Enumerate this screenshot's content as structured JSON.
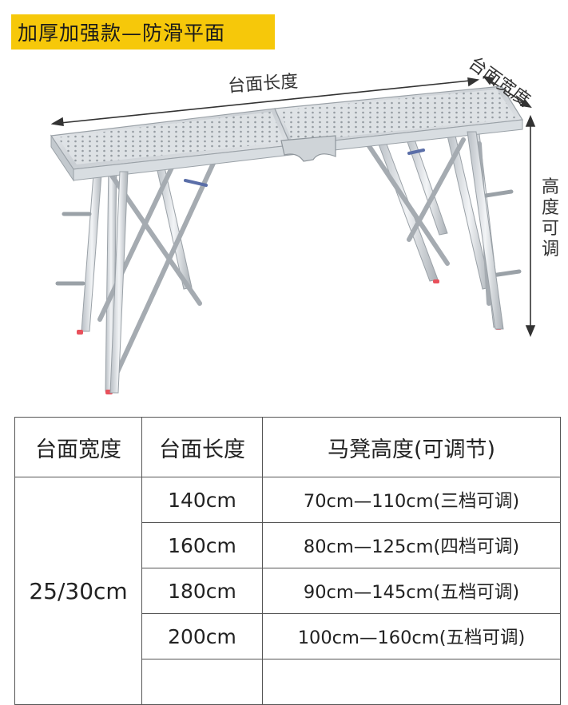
{
  "header": {
    "badge_text": "加厚加强款—防滑平面",
    "accent_color": "#f6c80a"
  },
  "illustration": {
    "icon": "folding-scaffold-bench-image",
    "length_label": "台面长度",
    "width_label": "台面宽度",
    "height_label": "高度可调"
  },
  "spec_table": {
    "headers": [
      "台面宽度",
      "台面长度",
      "马凳高度(可调节)"
    ],
    "width_value": "25/30cm",
    "rows": [
      {
        "length": "140cm",
        "height_range": "70cm—110cm(三档可调)"
      },
      {
        "length": "160cm",
        "height_range": "80cm—125cm(四档可调)"
      },
      {
        "length": "180cm",
        "height_range": "90cm—145cm(五档可调)"
      },
      {
        "length": "200cm",
        "height_range": "100cm—160cm(五档可调)"
      },
      {
        "length": "",
        "height_range": ""
      }
    ]
  }
}
